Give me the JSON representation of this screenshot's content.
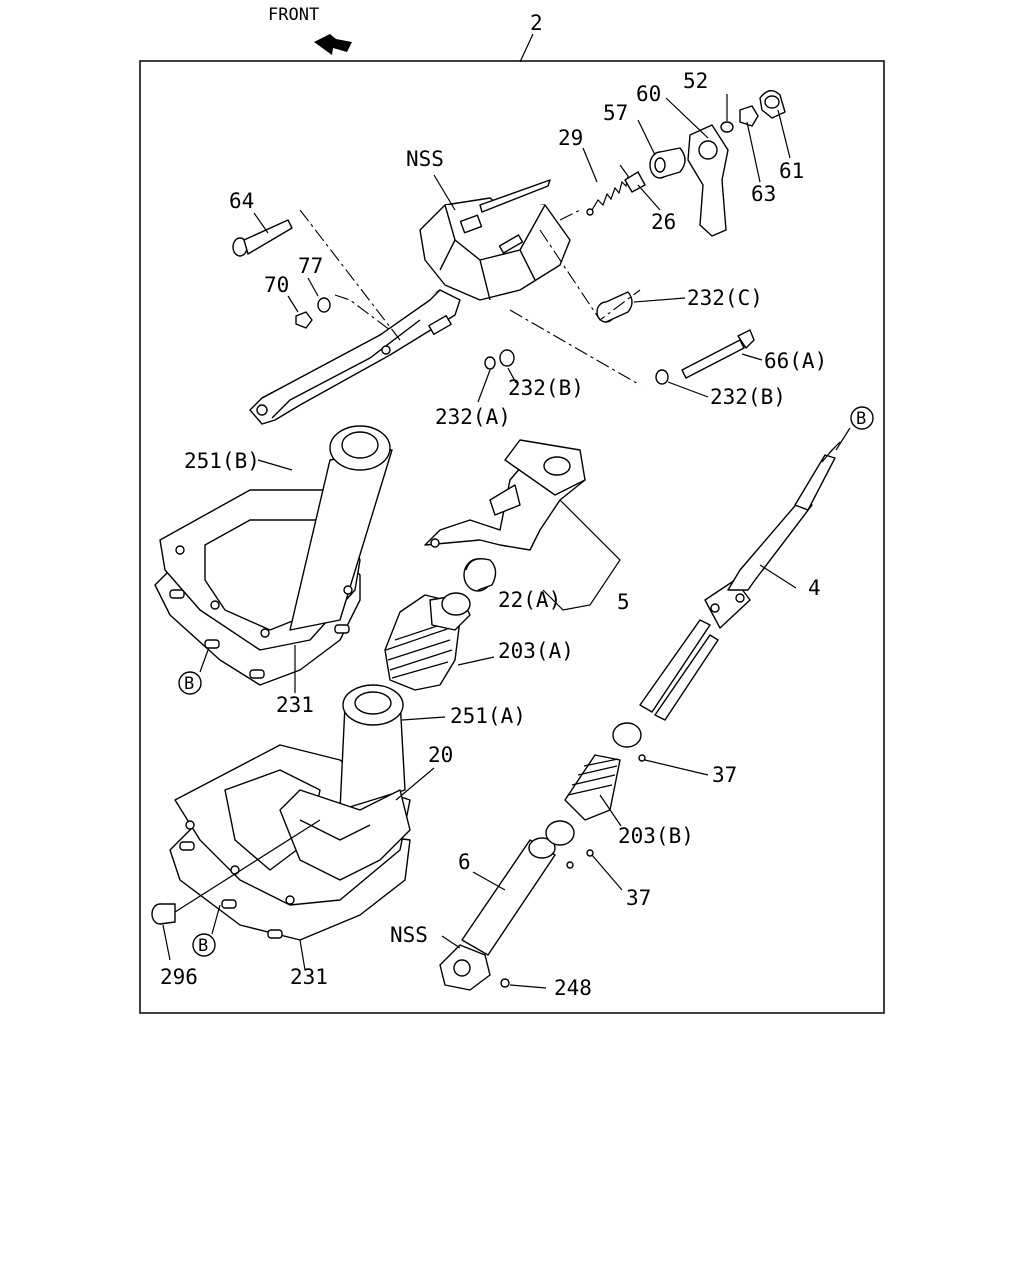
{
  "diagram": {
    "front_label": "FRONT",
    "assembly_number": "2",
    "callouts": {
      "c52": "52",
      "c60": "60",
      "c57": "57",
      "c29": "29",
      "c61": "61",
      "c63": "63",
      "c26": "26",
      "cnss_top": "NSS",
      "c64": "64",
      "c77": "77",
      "c70": "70",
      "c232c": "232(C)",
      "c66a": "66(A)",
      "c232b_1": "232(B)",
      "c232b_2": "232(B)",
      "c232a": "232(A)",
      "c251b": "251(B)",
      "c5": "5",
      "c22a": "22(A)",
      "c4": "4",
      "c203a": "203(A)",
      "c231_1": "231",
      "c251a": "251(A)",
      "c20": "20",
      "c37_1": "37",
      "c203b": "203(B)",
      "c6": "6",
      "c37_2": "37",
      "cnss_bottom": "NSS",
      "c248": "248",
      "c296": "296",
      "c231_2": "231"
    },
    "ref_markers": {
      "b_shaft": "B",
      "b_boot_upper": "B",
      "b_boot_lower": "B"
    }
  }
}
